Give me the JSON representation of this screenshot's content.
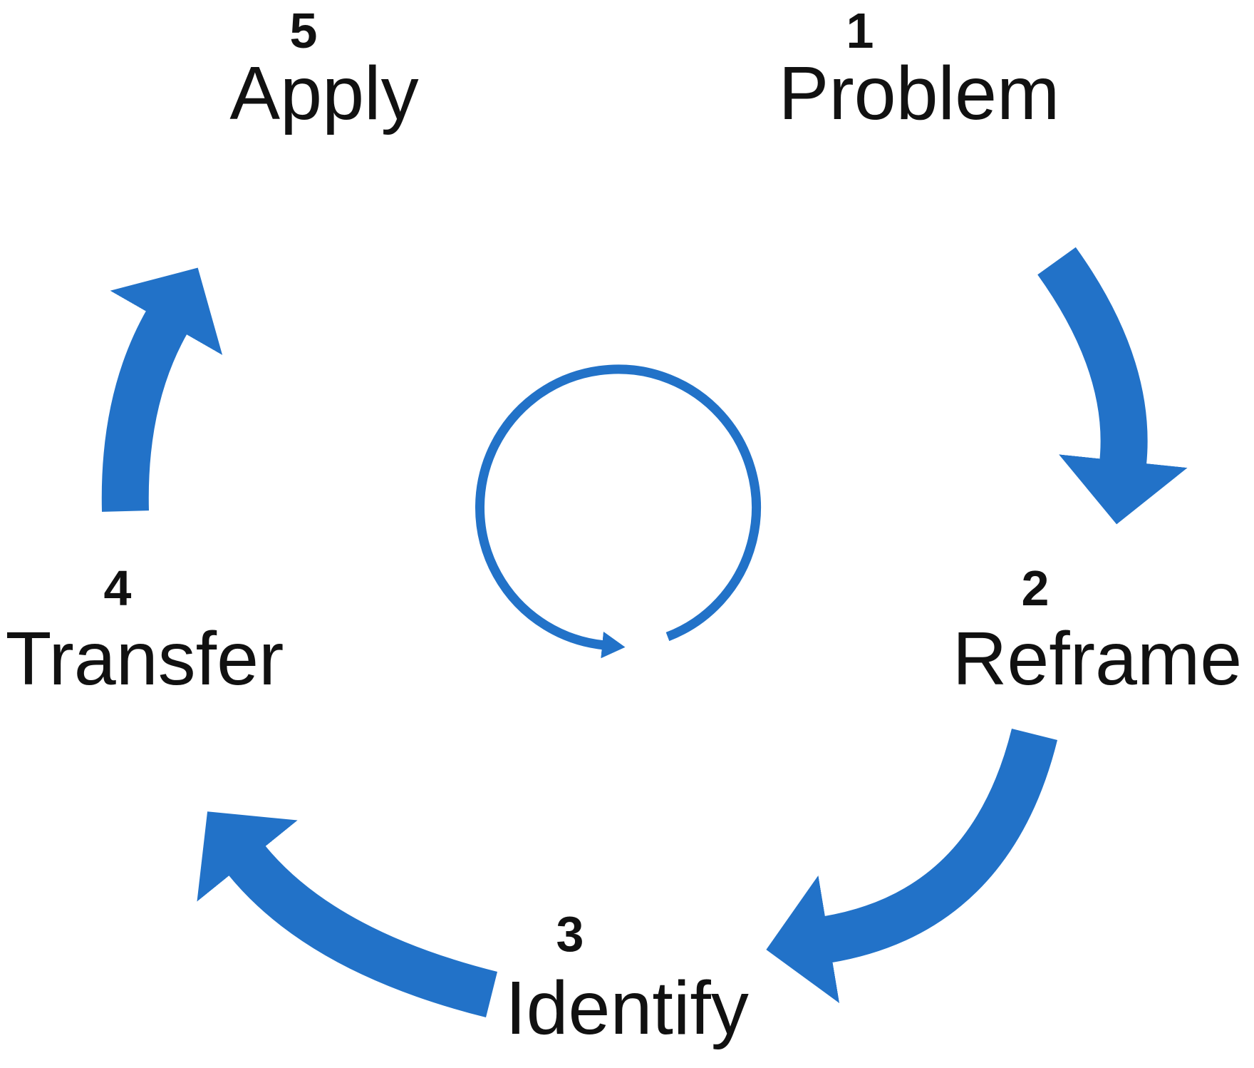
{
  "diagram": {
    "type": "cycle",
    "direction": "clockwise",
    "steps": [
      {
        "num": "1",
        "label": "Problem"
      },
      {
        "num": "2",
        "label": "Reframe"
      },
      {
        "num": "3",
        "label": "Identify"
      },
      {
        "num": "4",
        "label": "Transfer"
      },
      {
        "num": "5",
        "label": "Apply"
      }
    ]
  },
  "colors": {
    "arrow_blue": "#2272C8",
    "text": "#111111",
    "background": "#FFFFFF"
  }
}
